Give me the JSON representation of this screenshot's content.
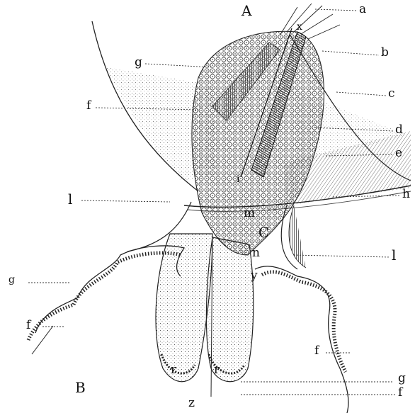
{
  "labels": {
    "A": "A",
    "B": "B",
    "C": "C",
    "a": "a",
    "b": "b",
    "c": "c",
    "d": "d",
    "e": "e",
    "f_left_top": "f",
    "f_left_bottom": "f",
    "f_right_mid": "f",
    "f_right_bottom": "f",
    "g_top": "g",
    "g_left": "g",
    "g_right": "g",
    "h": "h",
    "i": "i",
    "l_left": "l",
    "l_right": "l",
    "m": "m",
    "n": "n",
    "r_left": "r",
    "r_right": "r",
    "x": "x",
    "y": "y",
    "z": "z"
  }
}
